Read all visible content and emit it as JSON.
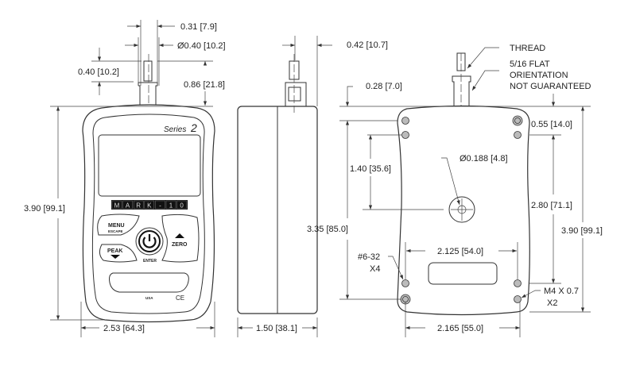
{
  "title": "Series 2 force gauge dimensional drawing",
  "front_view": {
    "dim_flat_width": "0.31 [7.9]",
    "dim_stud_diameter": "Ø0.40 [10.2]",
    "dim_thread_length": "0.40 [10.2]",
    "dim_stud_height": "0.86 [21.8]",
    "dim_height": "3.90 [99.1]",
    "dim_width": "2.53 [64.3]",
    "series_label": "Series",
    "series_number": "2",
    "brand_letters": [
      "M",
      "A",
      "R",
      "K",
      "-",
      "1",
      "0"
    ],
    "buttons": {
      "menu": "MENU",
      "menu_sub": "ESCAPE",
      "peak": "PEAK",
      "enter": "ENTER",
      "zero": "ZERO"
    },
    "origin": "USA",
    "ce_mark": "CE"
  },
  "side_view": {
    "dim_stud_offset": "0.42 [10.7]",
    "dim_depth": "1.50 [38.1]"
  },
  "back_view": {
    "thread_label": "THREAD",
    "flat_note": [
      "5/16 FLAT",
      "ORIENTATION",
      "NOT GUARANTEED"
    ],
    "dim_top_offset": "0.28 [7.0]",
    "dim_side_hole": "0.55 [14.0]",
    "dim_center_hole": "Ø0.188 [4.8]",
    "dim_hole_to_center": "1.40 [35.6]",
    "dim_hole_span_left": "3.35 [85.0]",
    "dim_hole_span_right": "2.80 [71.1]",
    "dim_height": "3.90 [99.1]",
    "dim_inner_width": "2.125 [54.0]",
    "dim_outer_width": "2.165 [55.0]",
    "screw_label": "#6-32",
    "screw_count": "X4",
    "metric_label": "M4 X 0.7",
    "metric_count": "X2"
  }
}
